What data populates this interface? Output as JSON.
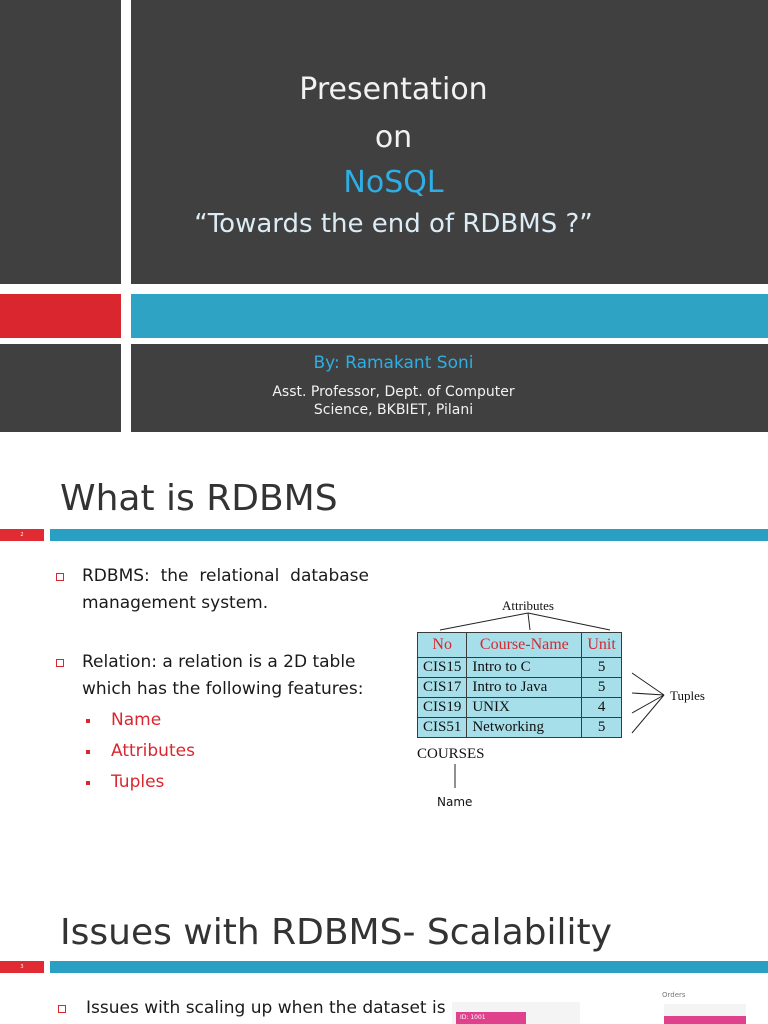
{
  "slide1": {
    "line1": "Presentation",
    "line2": "on",
    "line3": "NoSQL",
    "line4": "“Towards the end of RDBMS ?”",
    "author": "By: Ramakant Soni",
    "affiliation_line1": "Asst. Professor, Dept. of Computer",
    "affiliation_line2": "Science, BKBIET, Pilani",
    "colors": {
      "dark": "#404040",
      "red": "#d9262f",
      "teal": "#2fa3c4",
      "accent_text": "#2eaee4"
    }
  },
  "slide2": {
    "title": "What is RDBMS",
    "slide_number": "2",
    "bullets": [
      {
        "text": "RDBMS: the relational database management system."
      },
      {
        "text": "Relation: a relation is a 2D table which has the following features:"
      }
    ],
    "sub_bullets": [
      "Name",
      "Attributes",
      "Tuples"
    ],
    "diagram": {
      "attributes_label": "Attributes",
      "tuples_label": "Tuples",
      "table_name": "COURSES",
      "name_label": "Name",
      "headers": [
        "No",
        "Course-Name",
        "Unit"
      ],
      "rows": [
        [
          "CIS15",
          "Intro to C",
          "5"
        ],
        [
          "CIS17",
          "Intro to Java",
          "5"
        ],
        [
          "CIS19",
          "UNIX",
          "4"
        ],
        [
          "CIS51",
          "Networking",
          "5"
        ]
      ]
    }
  },
  "slide3": {
    "title": "Issues with RDBMS- Scalability",
    "slide_number": "3",
    "bullet": "Issues with scaling up when the dataset is",
    "thumb_label": "Orders",
    "thumb_id": "ID: 1001"
  }
}
